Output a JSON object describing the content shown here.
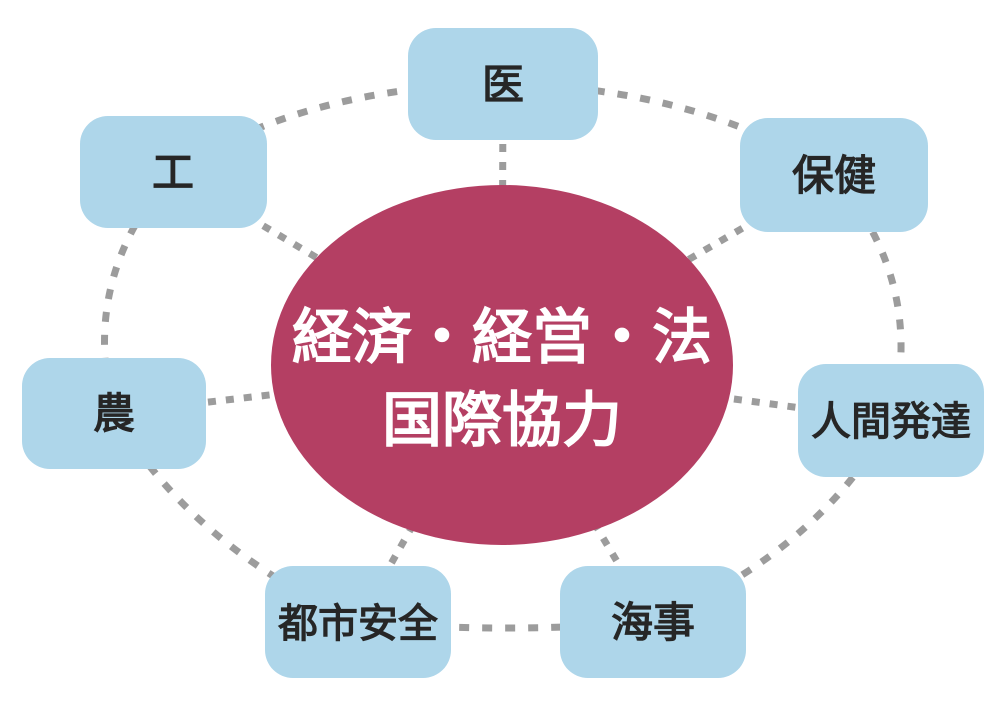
{
  "diagram": {
    "title_implicit": "faculty-relationship-diagram",
    "center": {
      "line1": "経済・経営・法",
      "line2": "国際協力",
      "bg_color": "#b43f63",
      "text_color": "#ffffff"
    },
    "nodes": [
      {
        "id": "medicine",
        "label": "医"
      },
      {
        "id": "health",
        "label": "保健"
      },
      {
        "id": "human-development",
        "label": "人間発達"
      },
      {
        "id": "maritime",
        "label": "海事"
      },
      {
        "id": "urban-safety",
        "label": "都市安全"
      },
      {
        "id": "agriculture",
        "label": "農"
      },
      {
        "id": "engineering",
        "label": "工"
      }
    ],
    "node_bg_color": "#aed6ea",
    "node_text_color": "#262626",
    "connector_color": "#9c9c9c"
  }
}
